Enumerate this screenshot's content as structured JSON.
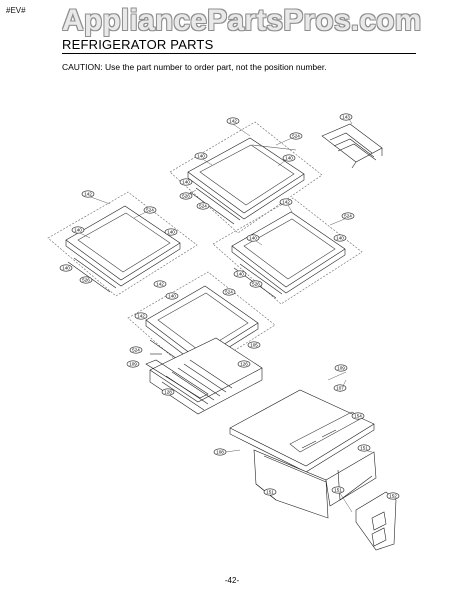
{
  "header": {
    "corner_code": "#EV#",
    "watermark": "AppliancePartsPros.com",
    "title": "REFRIGERATOR PARTS",
    "caution": "CAUTION: Use the part number to order part, not the position number."
  },
  "footer": {
    "page_number": "-42-"
  },
  "callouts": {
    "c143": "143",
    "shelf1_142": "142",
    "shelf1_524a": "524",
    "shelf1_140a": "140",
    "shelf1_140b": "140",
    "shelf1_140c": "140",
    "shelf1_526": "526",
    "shelf1_524b": "524",
    "shelf2_142": "142",
    "shelf2_524a": "524",
    "shelf2_140a": "140",
    "shelf2_140b": "140",
    "shelf2_140c": "140",
    "shelf2_526": "526",
    "shelf3_142": "142",
    "shelf3_524a": "524",
    "shelf3_140a": "140",
    "shelf3_140b": "140",
    "shelf3_140c": "140",
    "shelf3_526": "526",
    "shelf4_142a": "142",
    "shelf4_140": "140",
    "shelf4_524": "524",
    "shelf4_142b": "142",
    "shelf4_105": "105",
    "drawer_524": "524",
    "drawer_109": "109",
    "drawer_126": "126",
    "drawer_128": "128",
    "crisp_109": "109",
    "crisp_107": "107",
    "crisp_154": "154",
    "crisp_108": "108",
    "crisp_151a": "151",
    "crisp_151b": "151",
    "crisp_151c": "151",
    "crisp_152": "152"
  }
}
